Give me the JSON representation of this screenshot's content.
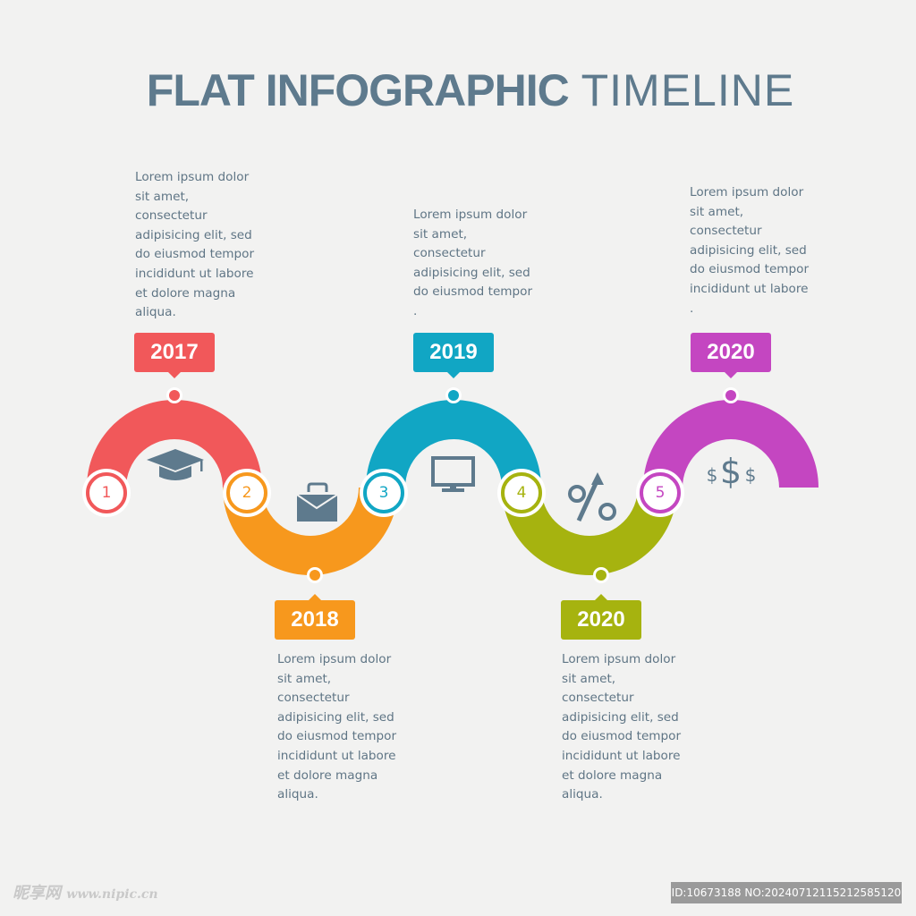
{
  "title": {
    "bold": "FLAT INFOGRAPHIC",
    "light": "TIMELINE"
  },
  "colors": {
    "step1": "#f1585a",
    "step2": "#f7981d",
    "step3": "#11a6c4",
    "step4": "#a6b30f",
    "step5": "#c446c1",
    "icons": "#5e7a8d",
    "text": "#5f7585"
  },
  "steps": [
    {
      "number": "1",
      "year": "2017",
      "icon": "graduation-cap-icon",
      "text": [
        "Lorem ipsum dolor",
        "sit amet,",
        "consectetur",
        "adipisicing elit, sed",
        "do eiusmod tempor",
        "incididunt ut labore",
        "et dolore magna",
        "aliqua."
      ]
    },
    {
      "number": "2",
      "year": "2018",
      "icon": "briefcase-icon",
      "text": [
        "Lorem ipsum dolor",
        "sit amet,",
        "consectetur",
        "adipisicing elit, sed",
        "do eiusmod tempor",
        "incididunt ut labore",
        "et dolore magna",
        "aliqua."
      ]
    },
    {
      "number": "3",
      "year": "2019",
      "icon": "monitor-icon",
      "text": [
        "Lorem ipsum dolor",
        "sit amet,",
        "consectetur",
        "adipisicing elit, sed",
        "do eiusmod tempor",
        "."
      ]
    },
    {
      "number": "4",
      "year": "2020",
      "icon": "percent-growth-icon",
      "text": [
        "Lorem ipsum dolor",
        "sit amet,",
        "consectetur",
        "adipisicing elit, sed",
        "do eiusmod tempor",
        "incididunt ut labore",
        "et dolore magna",
        "aliqua."
      ]
    },
    {
      "number": "5",
      "year": "2020",
      "icon": "money-icon",
      "text": [
        "Lorem ipsum dolor",
        "sit amet,",
        "consectetur",
        "adipisicing elit, sed",
        "do eiusmod tempor",
        "incididunt ut labore",
        "."
      ]
    }
  ],
  "icon_glyphs": {
    "money_small": "$",
    "money_large": "$"
  },
  "watermark": {
    "logo": "昵享网",
    "site": "www.nipic.cn",
    "id": "ID:10673188 NO:20240712115212585120"
  }
}
